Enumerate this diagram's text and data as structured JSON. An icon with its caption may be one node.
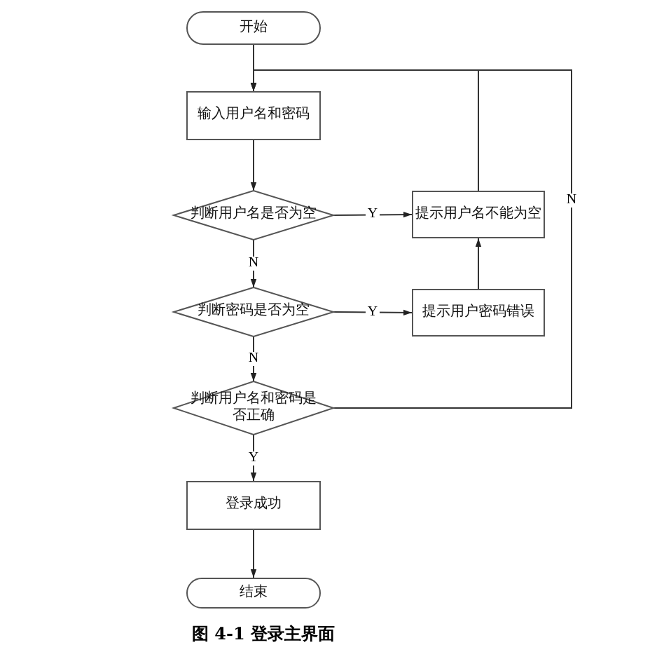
{
  "diagram": {
    "caption": "图 4-1 登录主界面",
    "nodes": [
      {
        "text": [
          "开始"
        ]
      },
      {
        "text": [
          "输入用户名和密码"
        ]
      },
      {
        "text": [
          "判断用户名是否为空"
        ]
      },
      {
        "text": [
          "提示用户名不能为空"
        ]
      },
      {
        "text": [
          "判断密码是否为空"
        ]
      },
      {
        "text": [
          "提示用户密码错误"
        ]
      },
      {
        "text": [
          "判断用户名和密码是否正确"
        ]
      },
      {
        "text": [
          "登录成功"
        ]
      },
      {
        "text": [
          "结束"
        ]
      }
    ],
    "edges": [
      {
        "from": 0,
        "to": 1,
        "arrow": "to"
      },
      {
        "from": 1,
        "to": 2,
        "arrow": "to"
      },
      {
        "from": 2,
        "to": 3,
        "arrow": "to",
        "label": "Y"
      },
      {
        "from": 2,
        "to": 4,
        "arrow": "to",
        "label": "N"
      },
      {
        "from": 4,
        "to": 5,
        "arrow": "to",
        "label": "Y"
      },
      {
        "from": 4,
        "to": 6,
        "arrow": "to",
        "label": "N"
      },
      {
        "from": 6,
        "to": 7,
        "arrow": "to",
        "label": "Y"
      },
      {
        "from": 7,
        "to": 8,
        "arrow": "to"
      },
      {
        "from": 5,
        "to": 3,
        "arrow": "to"
      },
      {
        "from": 3,
        "to": 1,
        "arrow": "to"
      },
      {
        "from": 6,
        "to": 1,
        "arrow": "to",
        "label": "N"
      }
    ]
  }
}
